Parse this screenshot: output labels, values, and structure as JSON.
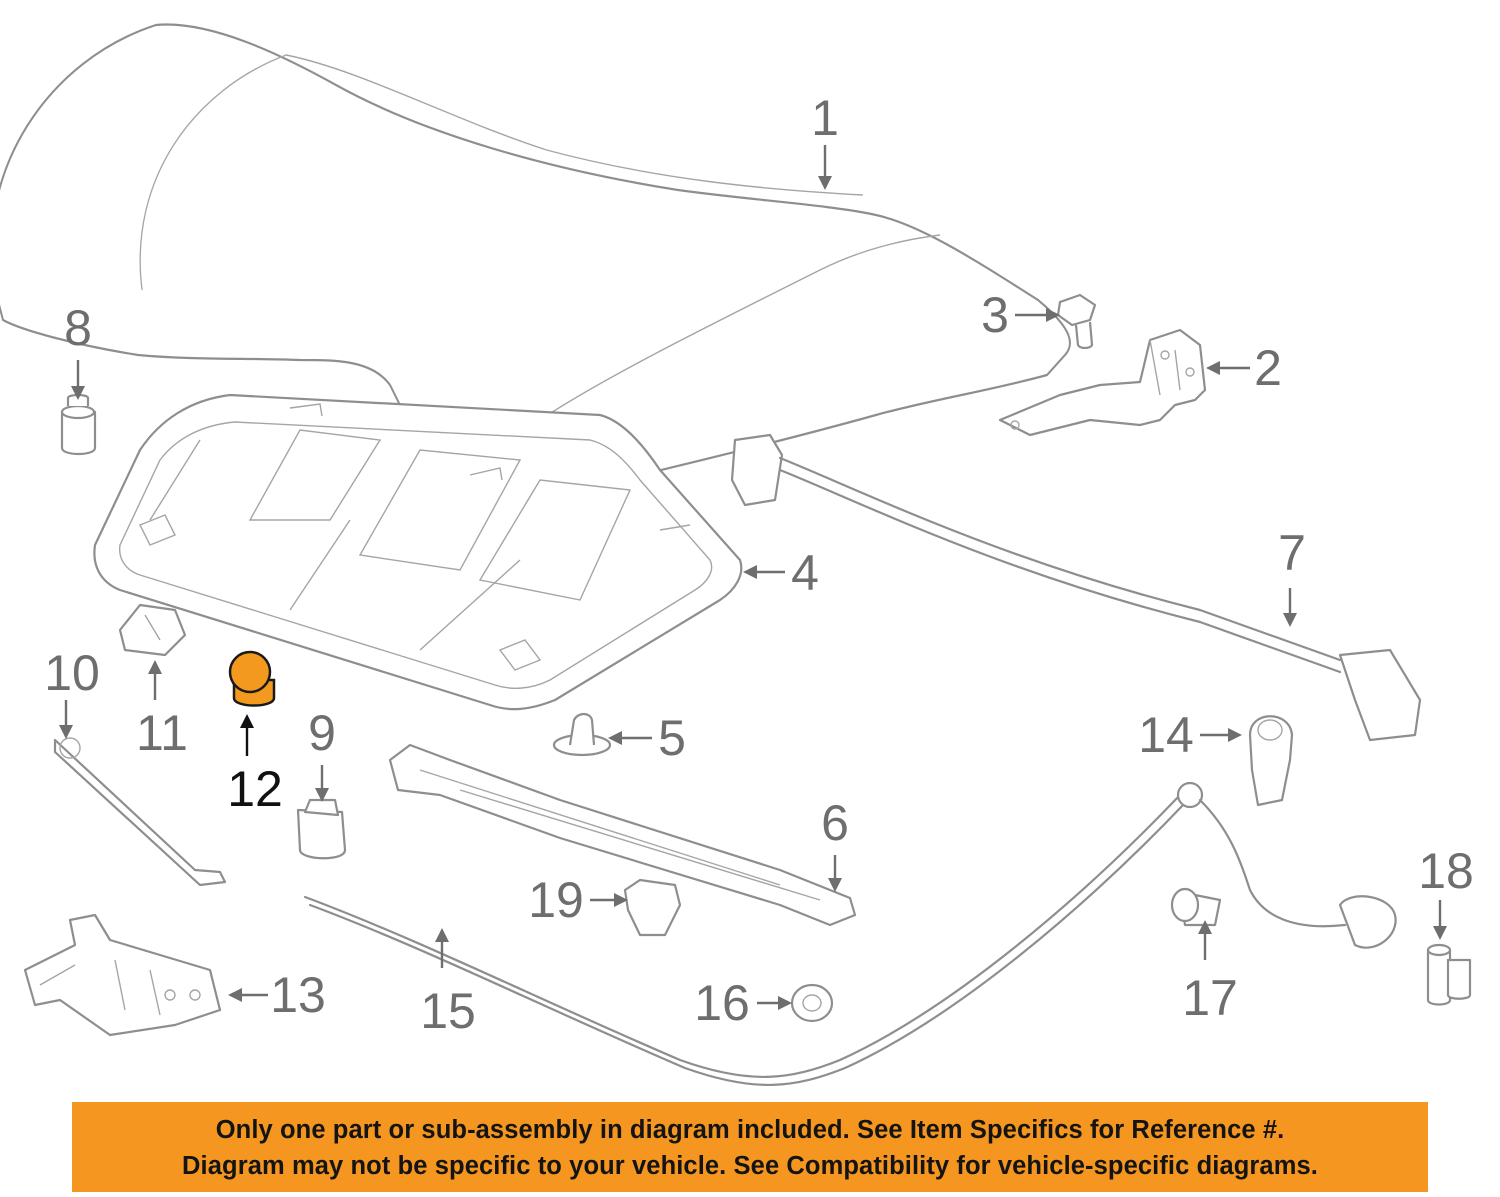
{
  "diagram": {
    "highlighted_part": "12",
    "highlight_color": "#f39a1e",
    "callouts": [
      "1",
      "2",
      "3",
      "4",
      "5",
      "6",
      "7",
      "8",
      "9",
      "10",
      "11",
      "12",
      "13",
      "14",
      "15",
      "16",
      "17",
      "18",
      "19"
    ]
  },
  "notice": {
    "line1": "Only one part or sub-assembly in diagram included. See Item Specifics for Reference #.",
    "line2": "Diagram may not be specific to your vehicle. See Compatibility for vehicle-specific diagrams.",
    "background": "#f4961f"
  }
}
